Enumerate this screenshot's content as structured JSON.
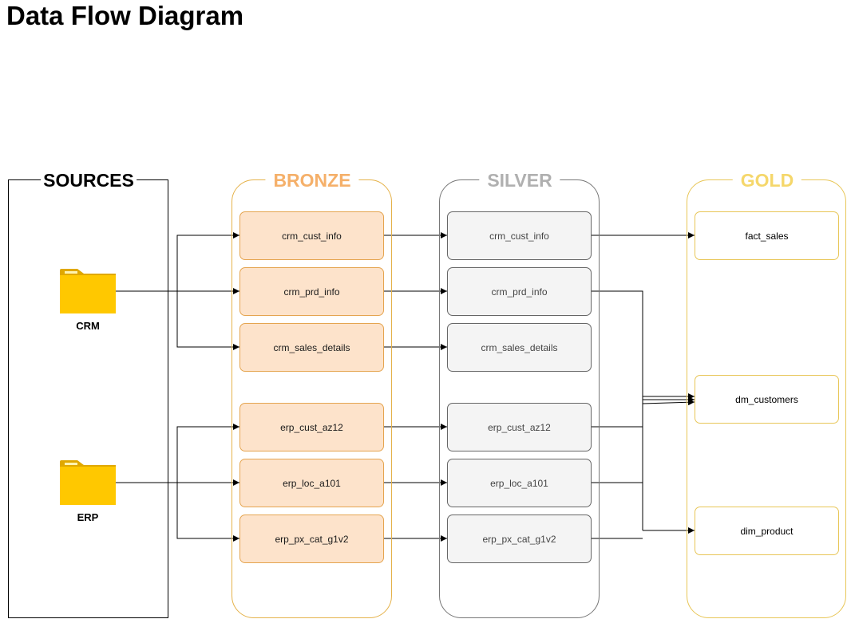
{
  "title": "Data Flow Diagram",
  "sources": {
    "label": "SOURCES",
    "crm": "CRM",
    "erp": "ERP",
    "folder_icon": "folder-icon",
    "folder_color": "#ffc800"
  },
  "bronze": {
    "label": "BRONZE",
    "color": "#f5b06a",
    "tables": [
      "crm_cust_info",
      "crm_prd_info",
      "crm_sales_details",
      "erp_cust_az12",
      "erp_loc_a101",
      "erp_px_cat_g1v2"
    ]
  },
  "silver": {
    "label": "SILVER",
    "color": "#b0b0b0",
    "tables": [
      "crm_cust_info",
      "crm_prd_info",
      "crm_sales_details",
      "erp_cust_az12",
      "erp_loc_a101",
      "erp_px_cat_g1v2"
    ]
  },
  "gold": {
    "label": "GOLD",
    "color": "#f5d76b",
    "tables": [
      "fact_sales",
      "dm_customers",
      "dim_product"
    ]
  }
}
